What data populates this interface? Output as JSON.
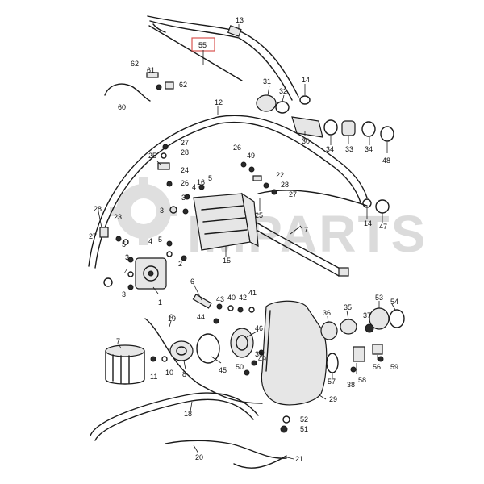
{
  "watermark": {
    "text": "IMPARTS"
  },
  "highlight": {
    "part": "55"
  },
  "callouts": {
    "c1": "1",
    "c2": "2",
    "c3a": "3",
    "c3b": "3",
    "c3c": "3",
    "c3d": "3",
    "c4a": "4",
    "c4b": "4",
    "c4c": "4",
    "c5a": "5",
    "c5b": "5",
    "c5c": "5",
    "c6": "6",
    "c7": "7",
    "c8": "8",
    "c9": "9",
    "c10": "10",
    "c11": "11",
    "c12": "12",
    "c13": "13",
    "c14a": "14",
    "c14b": "14",
    "c15": "15",
    "c16": "16",
    "c17": "17",
    "c18": "18",
    "c19": "19",
    "c20": "20",
    "c21": "21",
    "c22": "22",
    "c23": "23",
    "c24": "24",
    "c25a": "25",
    "c25b": "25",
    "c26a": "26",
    "c26b": "26",
    "c27a": "27",
    "c27b": "27",
    "c27c": "27",
    "c28a": "28",
    "c28b": "28",
    "c28c": "28",
    "c29": "29",
    "c30": "30",
    "c31": "31",
    "c32": "32",
    "c33": "33",
    "c34a": "34",
    "c34b": "34",
    "c35": "35",
    "c36": "36",
    "c37": "37",
    "c38": "38",
    "c39": "39",
    "c40": "40",
    "c41": "41",
    "c42": "42",
    "c43": "43",
    "c44": "44",
    "c45": "45",
    "c46": "46",
    "c47": "47",
    "c48": "48",
    "c49a": "49",
    "c49b": "49",
    "c50": "50",
    "c51": "51",
    "c52": "52",
    "c53": "53",
    "c54": "54",
    "c55": "55",
    "c56": "56",
    "c57": "57",
    "c58": "58",
    "c59": "59",
    "c60": "60",
    "c61": "61",
    "c62a": "62",
    "c62b": "62"
  }
}
